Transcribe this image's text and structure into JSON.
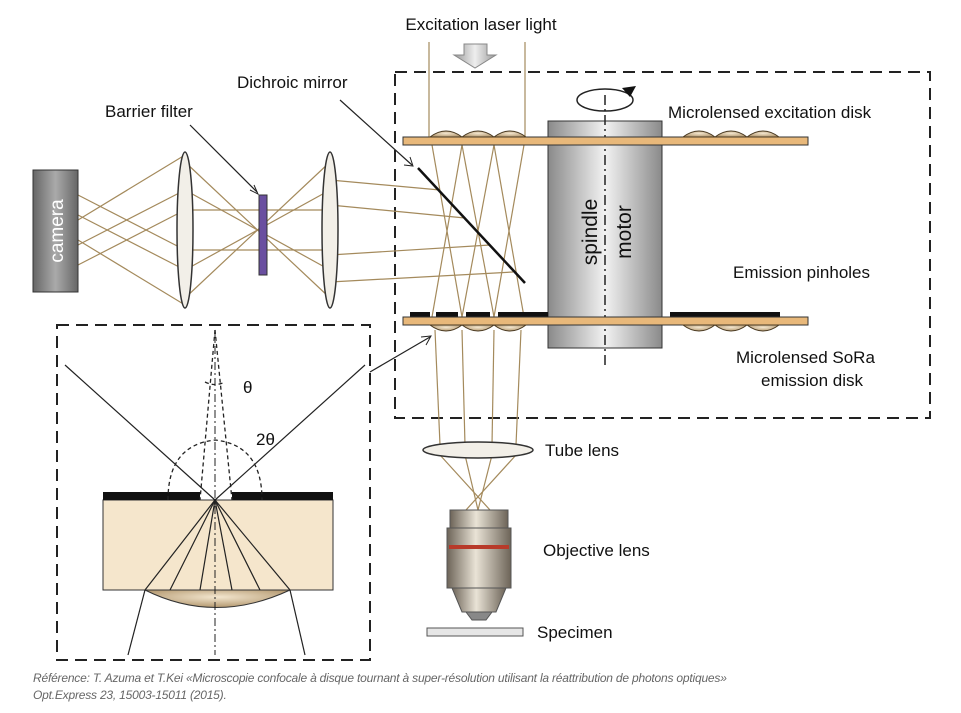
{
  "labels": {
    "excitation": "Excitation laser light",
    "dichroic": "Dichroic mirror",
    "barrier": "Barrier filter",
    "camera": "camera",
    "excitation_disk": "Microlensed excitation disk",
    "spindle": "spindle",
    "motor": "motor",
    "pinholes": "Emission pinholes",
    "sora_1": "Microlensed SoRa",
    "sora_2": "emission disk",
    "tube": "Tube lens",
    "objective": "Objective lens",
    "specimen": "Specimen",
    "theta": "θ",
    "two_theta": "2θ"
  },
  "caption": {
    "line1": "Référence: T. Azuma et T.Kei «Microscopie confocale à disque tournant à super-résolution utilisant la réattribution de photons optiques»",
    "line2": "Opt.Express 23, 15003-15011 (2015)."
  },
  "colors": {
    "ray": "#a48a5c",
    "disk": "#e8b87a",
    "lens": "#c9b08a",
    "filter": "#6a4fa0"
  }
}
